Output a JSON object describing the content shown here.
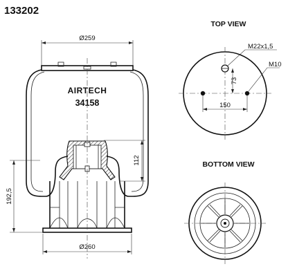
{
  "part_number": "133202",
  "views": {
    "top_title": "TOP VIEW",
    "bottom_title": "BOTTOM VIEW"
  },
  "side_view": {
    "brand": "AIRTECH",
    "model": "34158",
    "dim_top_diameter": "Ø259",
    "dim_bottom_diameter": "Ø260",
    "dim_height": "192,5",
    "dim_piston_height": "112"
  },
  "top_view": {
    "dim_thread": "M22x1,5",
    "dim_stud": "M10",
    "dim_offset": "73",
    "dim_spacing": "150"
  }
}
